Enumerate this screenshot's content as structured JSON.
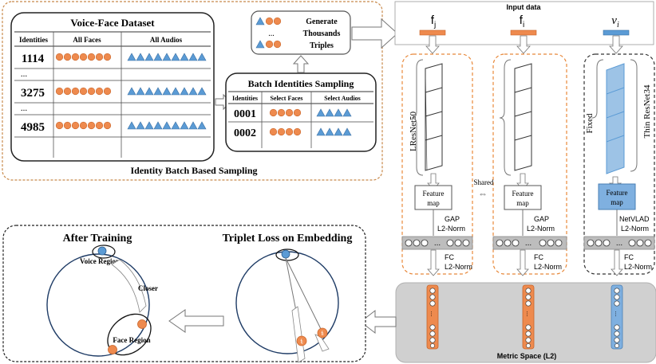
{
  "sampling_panel": {
    "title": "Identity Batch Based Sampling",
    "dataset": {
      "title": "Voice-Face Dataset",
      "headers": [
        "Identities",
        "All Faces",
        "All Audios"
      ],
      "rows": [
        "1114",
        "...",
        "3275",
        "...",
        "4985"
      ]
    },
    "batch": {
      "title": "Batch Identities Sampling",
      "headers": [
        "Identities",
        "Select Faces",
        "Select Audios"
      ],
      "rows": [
        "0001",
        "0002"
      ]
    },
    "triples": {
      "line1": "Generate",
      "line2": "Thousands",
      "line3": "Triples",
      "dots": "..."
    }
  },
  "network": {
    "input_label": "Input data",
    "inputs": [
      "f",
      "f",
      "v"
    ],
    "input_subscripts": [
      "j",
      "i",
      "i"
    ],
    "face_branch_label": "LResNet50",
    "voice_branch_label": "Thin ResNet34",
    "fixed_label": "Fixed",
    "shared_label": "Shared",
    "feature_map_line1": "Feature",
    "feature_map_line2": "map",
    "pool_labels": [
      [
        "GAP",
        "L2-Norm"
      ],
      [
        "GAP",
        "L2-Norm"
      ],
      [
        "NetVLAD",
        "L2-Norm"
      ]
    ],
    "fc_labels": [
      "FC",
      "L2-Norm"
    ],
    "embedding_dots": "...",
    "metric_space_label": "Metric Space (L2)"
  },
  "embedding_panel": {
    "after_training_title": "After Training",
    "triplet_loss_title": "Triplet Loss on Embedding",
    "voice_region_label": "Voice Region",
    "face_region_label": "Face Region",
    "closer_label": "Closer",
    "point_labels": [
      "f",
      "f"
    ],
    "point_subscripts": [
      "j",
      "i"
    ]
  },
  "colors": {
    "face": "#ee8a4e",
    "voice": "#5b9bd5",
    "dashed_border": "#e8883a",
    "panel_gray": "#d0d0d0",
    "circle": "#1f3c66"
  }
}
